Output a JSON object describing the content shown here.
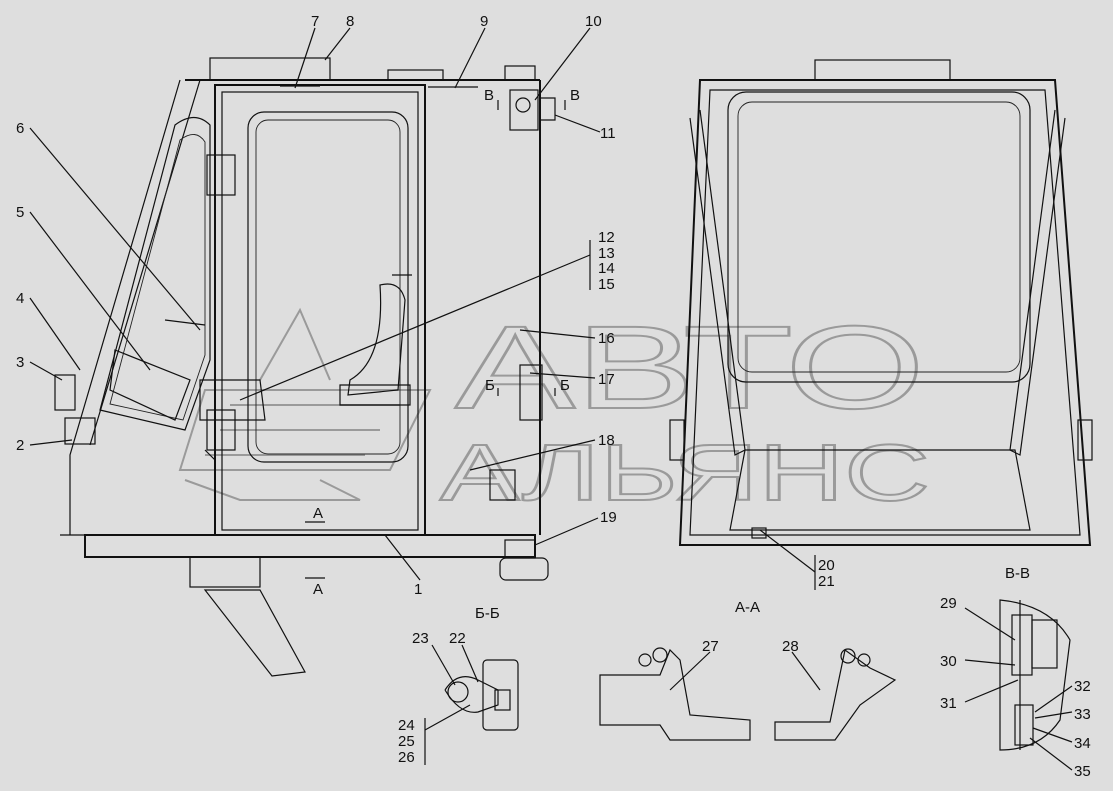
{
  "watermark": {
    "line1": "АВТО",
    "line2": "АЛЬЯНС"
  },
  "sections": {
    "bb": "Б-Б",
    "aa": "А-А",
    "vv": "В-В",
    "cut_a": "А",
    "cut_b": "Б",
    "cut_v": "В"
  },
  "callouts": {
    "c1": "1",
    "c2": "2",
    "c3": "3",
    "c4": "4",
    "c5": "5",
    "c6": "6",
    "c7": "7",
    "c8": "8",
    "c9": "9",
    "c10": "10",
    "c11": "11",
    "c12": "12",
    "c13": "13",
    "c14": "14",
    "c15": "15",
    "c16": "16",
    "c17": "17",
    "c18": "18",
    "c19": "19",
    "c20": "20",
    "c21": "21",
    "c22": "22",
    "c23": "23",
    "c24": "24",
    "c25": "25",
    "c26": "26",
    "c27": "27",
    "c28": "28",
    "c29": "29",
    "c30": "30",
    "c31": "31",
    "c32": "32",
    "c33": "33",
    "c34": "34",
    "c35": "35"
  }
}
